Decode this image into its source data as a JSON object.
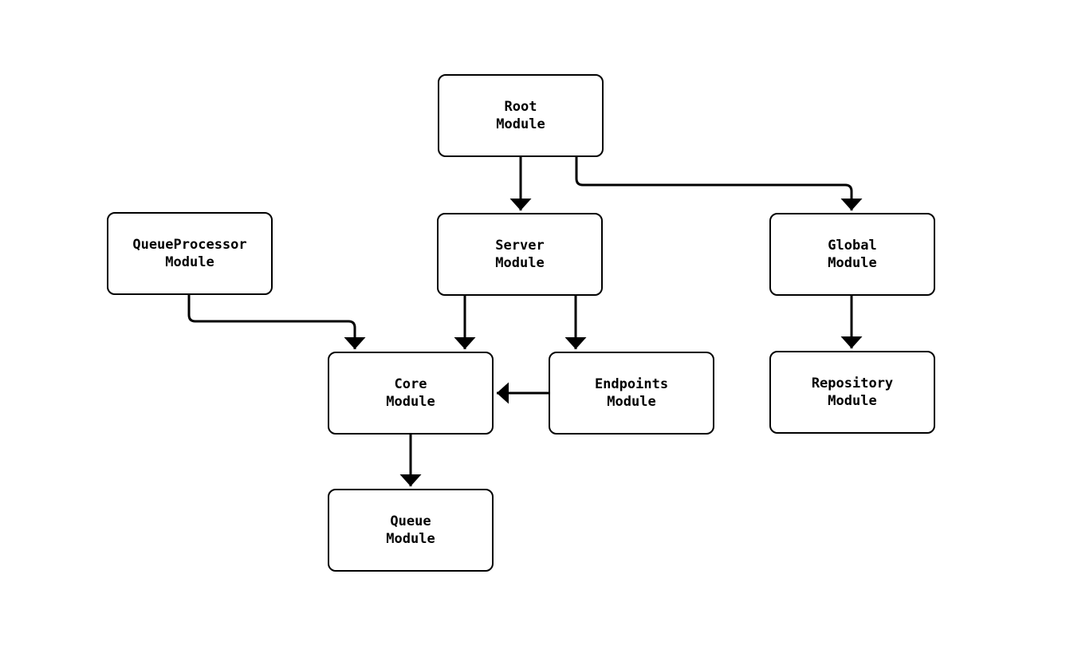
{
  "diagram": {
    "type": "module-dependency-graph",
    "background_color": "#ffffff",
    "node_fill_color": "#ffffff",
    "stroke_color": "#000000",
    "nodes": {
      "root": {
        "line1": "Root",
        "line2": "Module"
      },
      "server": {
        "line1": "Server",
        "line2": "Module"
      },
      "queueprocessor": {
        "line1": "QueueProcessor",
        "line2": "Module"
      },
      "global": {
        "line1": "Global",
        "line2": "Module"
      },
      "core": {
        "line1": "Core",
        "line2": "Module"
      },
      "endpoints": {
        "line1": "Endpoints",
        "line2": "Module"
      },
      "repository": {
        "line1": "Repository",
        "line2": "Module"
      },
      "queue": {
        "line1": "Queue",
        "line2": "Module"
      }
    },
    "edges": [
      {
        "from": "root",
        "to": "server"
      },
      {
        "from": "root",
        "to": "global"
      },
      {
        "from": "queueprocessor",
        "to": "core"
      },
      {
        "from": "server",
        "to": "core"
      },
      {
        "from": "server",
        "to": "endpoints"
      },
      {
        "from": "endpoints",
        "to": "core"
      },
      {
        "from": "global",
        "to": "repository"
      },
      {
        "from": "core",
        "to": "queue"
      }
    ]
  }
}
